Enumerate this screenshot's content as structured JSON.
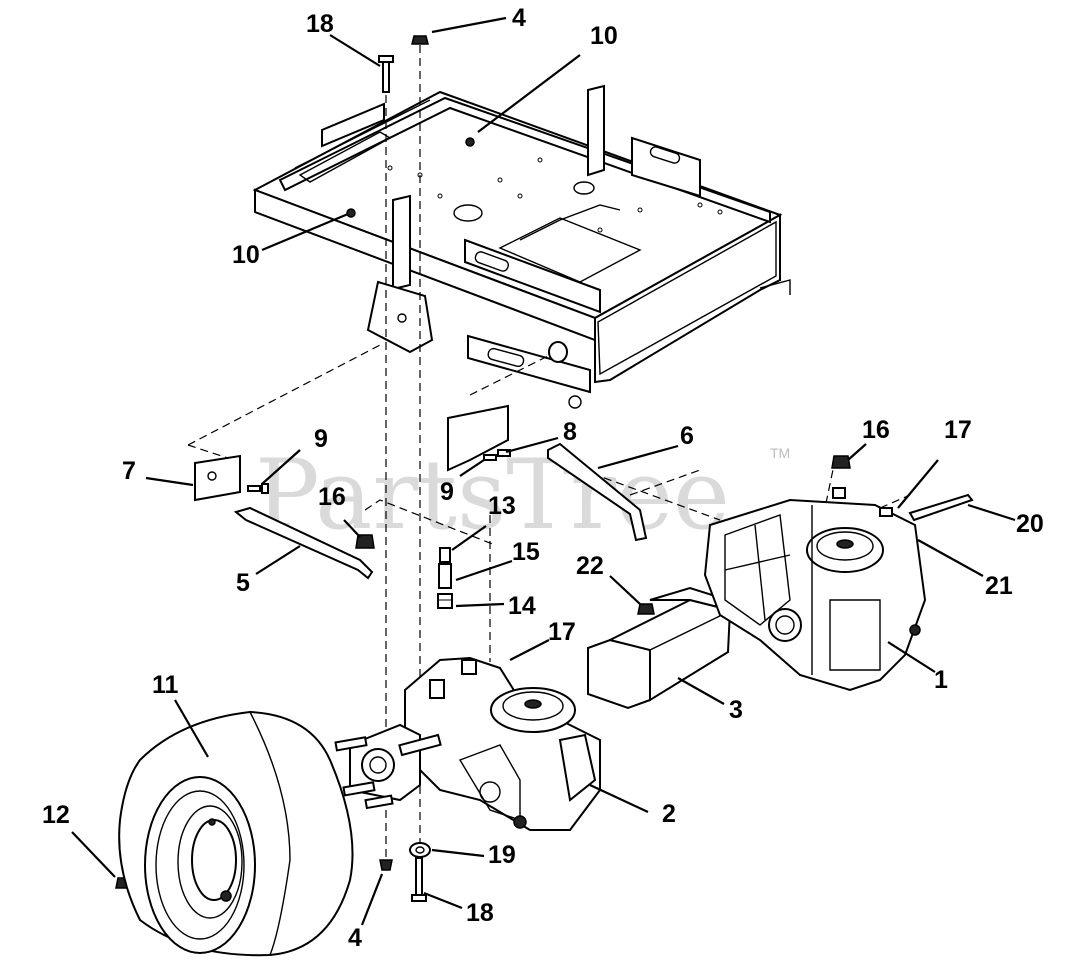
{
  "watermark": {
    "text": "PartsTree",
    "trademark": "TM"
  },
  "callouts": [
    {
      "id": "c18-top",
      "text": "18"
    },
    {
      "id": "c4-top",
      "text": "4"
    },
    {
      "id": "c10-top",
      "text": "10"
    },
    {
      "id": "c10-left",
      "text": "10"
    },
    {
      "id": "c9-left",
      "text": "9"
    },
    {
      "id": "c8",
      "text": "8"
    },
    {
      "id": "c6",
      "text": "6"
    },
    {
      "id": "c16-right",
      "text": "16"
    },
    {
      "id": "c17-right",
      "text": "17"
    },
    {
      "id": "c7",
      "text": "7"
    },
    {
      "id": "c9-mid",
      "text": "9"
    },
    {
      "id": "c16-left",
      "text": "16"
    },
    {
      "id": "c13",
      "text": "13"
    },
    {
      "id": "c20",
      "text": "20"
    },
    {
      "id": "c15",
      "text": "15"
    },
    {
      "id": "c5",
      "text": "5"
    },
    {
      "id": "c22",
      "text": "22"
    },
    {
      "id": "c21",
      "text": "21"
    },
    {
      "id": "c14",
      "text": "14"
    },
    {
      "id": "c17-mid",
      "text": "17"
    },
    {
      "id": "c1",
      "text": "1"
    },
    {
      "id": "c11",
      "text": "11"
    },
    {
      "id": "c3",
      "text": "3"
    },
    {
      "id": "c2",
      "text": "2"
    },
    {
      "id": "c12",
      "text": "12"
    },
    {
      "id": "c19",
      "text": "19"
    },
    {
      "id": "c18-bottom",
      "text": "18"
    },
    {
      "id": "c4-bottom",
      "text": "4"
    }
  ]
}
